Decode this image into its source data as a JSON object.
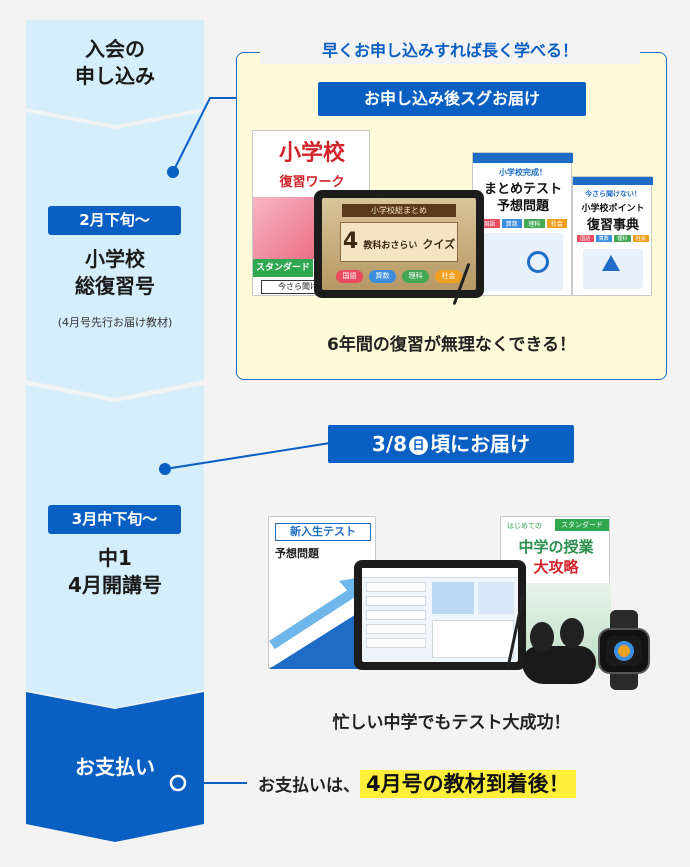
{
  "steps": [
    {
      "title_lines": [
        "入会の",
        "申し込み"
      ]
    },
    {
      "date": "2月下旬〜",
      "title_lines": [
        "小学校",
        "総復習号"
      ],
      "note": "(4月号先行お届け教材)"
    },
    {
      "date": "3月中下旬〜",
      "title_lines": [
        "中1",
        "4月開講号"
      ]
    },
    {
      "title_lines": [
        "お支払い"
      ]
    }
  ],
  "panel1": {
    "heading": "早くお申し込みすれば長く学べる！",
    "badge": "お申し込み後スグお届け",
    "tagline": "6年間の復習が無理なくできる！",
    "products": {
      "book_a_title": [
        "小学校",
        "復習ワーク"
      ],
      "book_a_badge": "スタンダード",
      "book_a_footer": "今さら聞けない",
      "tablet_screen_top": "小学校総まとめ",
      "tablet_screen_main": [
        "4",
        "教科おさらい",
        "クイズ"
      ],
      "tablet_screen_subjects": [
        "国語",
        "算数",
        "理科",
        "社会"
      ],
      "book_b_top": "小学校完成！",
      "book_b_title": [
        "まとめテスト",
        "予想問題"
      ],
      "book_b_subjects": [
        "国語",
        "算数",
        "理科",
        "社会"
      ],
      "book_c_top": "今さら聞けない！",
      "book_c_title": [
        "小学校ポイント",
        "復習事典"
      ],
      "book_c_subjects": [
        "国語",
        "算数",
        "理科",
        "社会"
      ]
    }
  },
  "panel2": {
    "date_prefix": "3/8",
    "date_day": "日",
    "date_suffix": "頃にお届け",
    "tagline": "忙しい中学でもテスト大成功！",
    "products": {
      "book_a_title": "新入生テスト",
      "book_a_subtitle": "予想問題",
      "book_b_top": "はじめての",
      "book_b_badge": "スタンダード",
      "book_b_title": [
        "中学の授業",
        "大攻略"
      ]
    }
  },
  "payment": {
    "lead": "お支払いは、",
    "highlight": "4月号の教材到着後！"
  },
  "colors": {
    "light_blue": "#d4eefb",
    "dark_blue": "#0a5fc2",
    "panel_bg": "#fdfbd8",
    "highlight": "#ffef3a"
  }
}
